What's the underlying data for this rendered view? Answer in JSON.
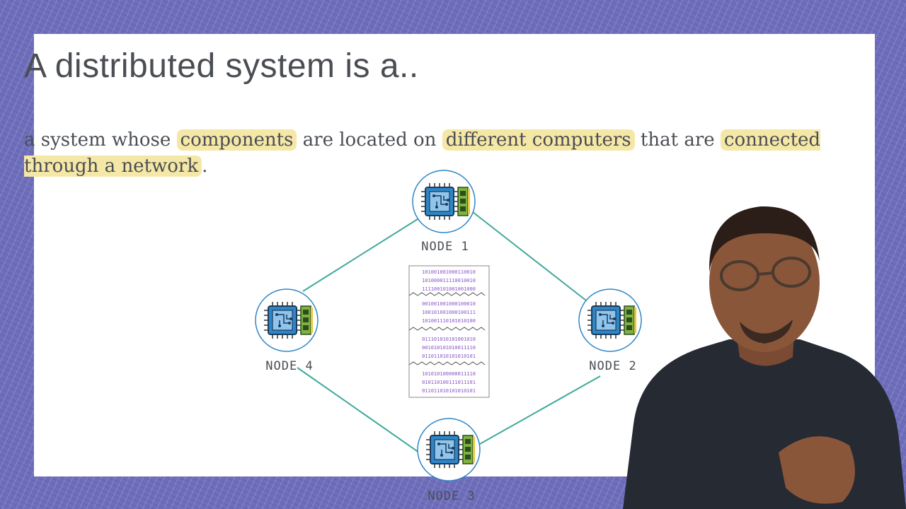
{
  "slide": {
    "title": "A distributed system is a..",
    "definition": {
      "parts": [
        {
          "text": "a system whose ",
          "highlight": false
        },
        {
          "text": "components",
          "highlight": true
        },
        {
          "text": " are located on ",
          "highlight": false
        },
        {
          "text": "different computers",
          "highlight": true
        },
        {
          "text": " that are ",
          "highlight": false
        },
        {
          "text": "connected through a network",
          "highlight": true
        },
        {
          "text": ".",
          "highlight": false
        }
      ]
    },
    "colors": {
      "frame": "#6e6ebb",
      "highlight": "#f5e7a6",
      "link": "#3fa99a",
      "chip": "#2f86c6",
      "ram": "#7cb342",
      "binary": "#8a55c8"
    }
  },
  "diagram": {
    "nodes": [
      {
        "label": "NODE 1",
        "icon": "cpu-chip-icon"
      },
      {
        "label": "NODE 2",
        "icon": "cpu-chip-icon"
      },
      {
        "label": "NODE 3",
        "icon": "cpu-chip-icon"
      },
      {
        "label": "NODE 4",
        "icon": "cpu-chip-icon"
      }
    ],
    "packet_lines": [
      "101001001000110010",
      "101000011110010010",
      "111100101001001000",
      "001001001000100010",
      "100101001000100111",
      "101001110101010100",
      "011101010101001010",
      "001010101010011110",
      "011011010101010101",
      "101010100000011110",
      "010110100111011101",
      "011011010101010101"
    ]
  }
}
